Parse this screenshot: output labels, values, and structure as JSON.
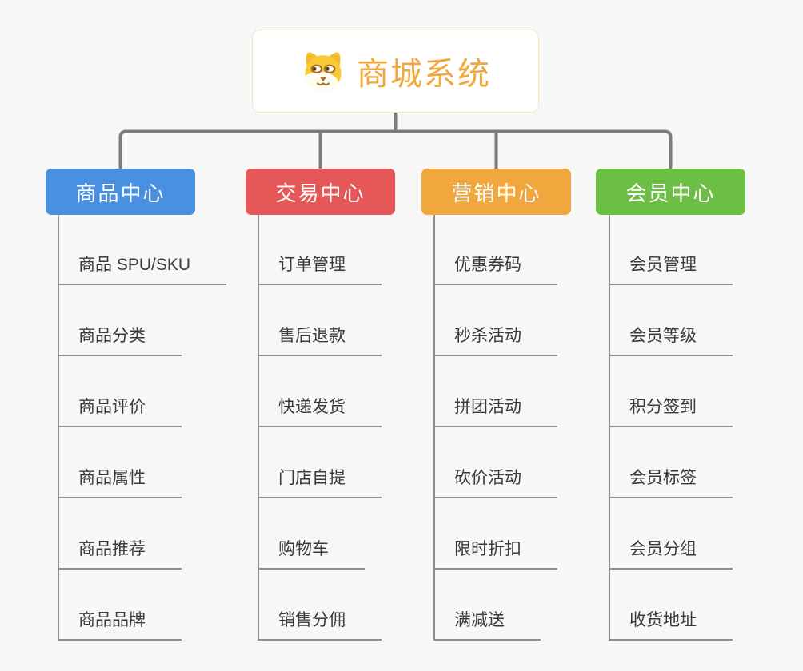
{
  "root": {
    "title": "商城系统",
    "icon": "dog-face-icon",
    "title_color": "#f0a73c",
    "border_color": "#f2c170"
  },
  "branches": [
    {
      "label": "商品中心",
      "color": "#4a90e2",
      "items": [
        "商品 SPU/SKU",
        "商品分类",
        "商品评价",
        "商品属性",
        "商品推荐",
        "商品品牌"
      ]
    },
    {
      "label": "交易中心",
      "color": "#e65858",
      "items": [
        "订单管理",
        "售后退款",
        "快递发货",
        "门店自提",
        "购物车",
        "销售分佣"
      ]
    },
    {
      "label": "营销中心",
      "color": "#efa73e",
      "items": [
        "优惠券码",
        "秒杀活动",
        "拼团活动",
        "砍价活动",
        "限时折扣",
        "满减送"
      ]
    },
    {
      "label": "会员中心",
      "color": "#6dbe44",
      "items": [
        "会员管理",
        "会员等级",
        "积分签到",
        "会员标签",
        "会员分组",
        "收货地址"
      ]
    }
  ],
  "colors": {
    "background": "#f7f7f7",
    "connector": "#7c7c7c",
    "line": "#8f8f8f",
    "item_text": "#3a3a3a"
  }
}
